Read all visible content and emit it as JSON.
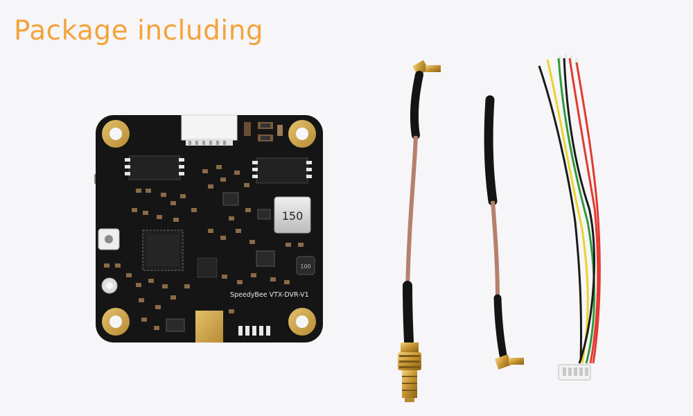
{
  "heading": "Package including",
  "board": {
    "brand_label": "SpeedyBee VTX-DVR-V1",
    "inductor_label": "150",
    "small_inductor_label": "100"
  },
  "colors": {
    "heading": "#f3a33a",
    "background": "#f6f5f8",
    "pcb": "#151515",
    "gold": "#c89a45",
    "coax": "#c8927c",
    "wire_colors": [
      "#1a1a1a",
      "#e8d52a",
      "#2f9a3a",
      "#e23a2e"
    ]
  },
  "items": [
    "vtx-board",
    "sma-pigtail-cable",
    "mmcx-pigtail-cable",
    "wire-harness"
  ]
}
